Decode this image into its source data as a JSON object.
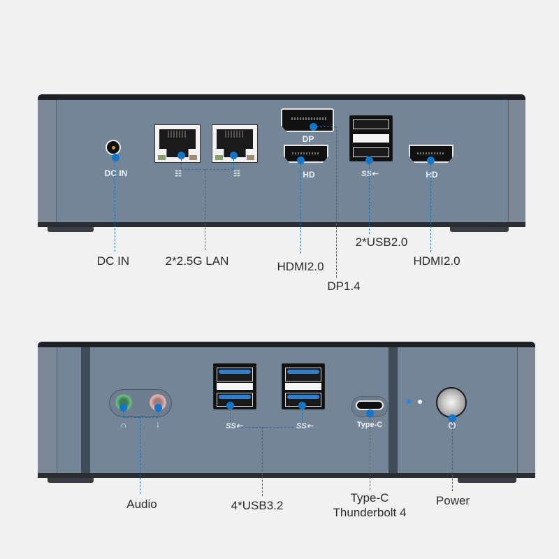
{
  "colors": {
    "background": "#f1f1f1",
    "chassis": "#748597",
    "accent_blue": "#1277c9",
    "label_text": "#2b2b2b"
  },
  "top_unit": {
    "ports": [
      {
        "id": "dc-in",
        "label": "DC IN",
        "callout": "DC IN"
      },
      {
        "id": "lan",
        "label": "LAN-icon",
        "callout": "2*2.5G LAN"
      },
      {
        "id": "dp",
        "label": "DP",
        "callout": "DP1.4"
      },
      {
        "id": "hdmi-left",
        "label": "HD",
        "callout": "HDMI2.0"
      },
      {
        "id": "usb2",
        "label": "SS",
        "callout": "2*USB2.0"
      },
      {
        "id": "hdmi-right",
        "label": "HD",
        "callout": "HDMI2.0"
      }
    ]
  },
  "bottom_unit": {
    "ports": [
      {
        "id": "audio",
        "label": "headphone-mic-icons",
        "callout": "Audio"
      },
      {
        "id": "usb3",
        "label": "SS",
        "callout": "4*USB3.2"
      },
      {
        "id": "typec",
        "label": "Type-C",
        "callout_line1": "Type-C",
        "callout_line2": "Thunderbolt 4"
      },
      {
        "id": "power",
        "label": "power-icon",
        "callout": "Power"
      }
    ],
    "led_colors": [
      "#1a8ae6",
      "#ffffff"
    ]
  }
}
